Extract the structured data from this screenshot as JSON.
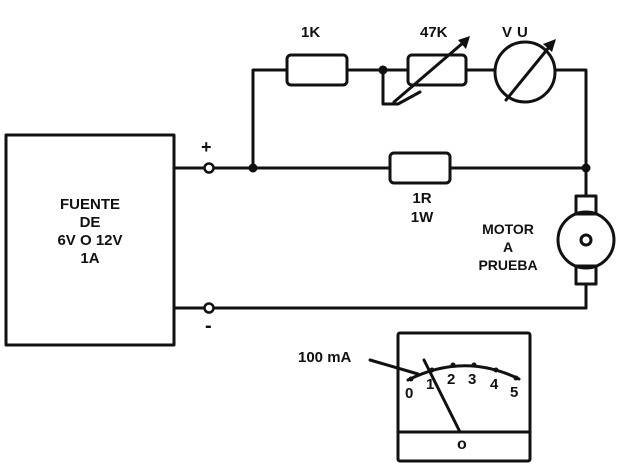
{
  "power_supply": {
    "line1": "FUENTE",
    "line2": "DE",
    "line3": "6V O 12V",
    "line4": "1A"
  },
  "terminals": {
    "plus": "+",
    "minus": "-"
  },
  "resistors": {
    "r1_label": "1K",
    "pot_label": "47K",
    "vu_label": "VU",
    "shunt_value": "1R",
    "shunt_power": "1W"
  },
  "motor": {
    "line1": "MOTOR",
    "line2": "A",
    "line3": "PRUEBA",
    "symbol": "o"
  },
  "meter": {
    "callout": "100 mA",
    "ticks": [
      "0",
      "1",
      "2",
      "3",
      "4",
      "5"
    ],
    "screw": "o"
  }
}
